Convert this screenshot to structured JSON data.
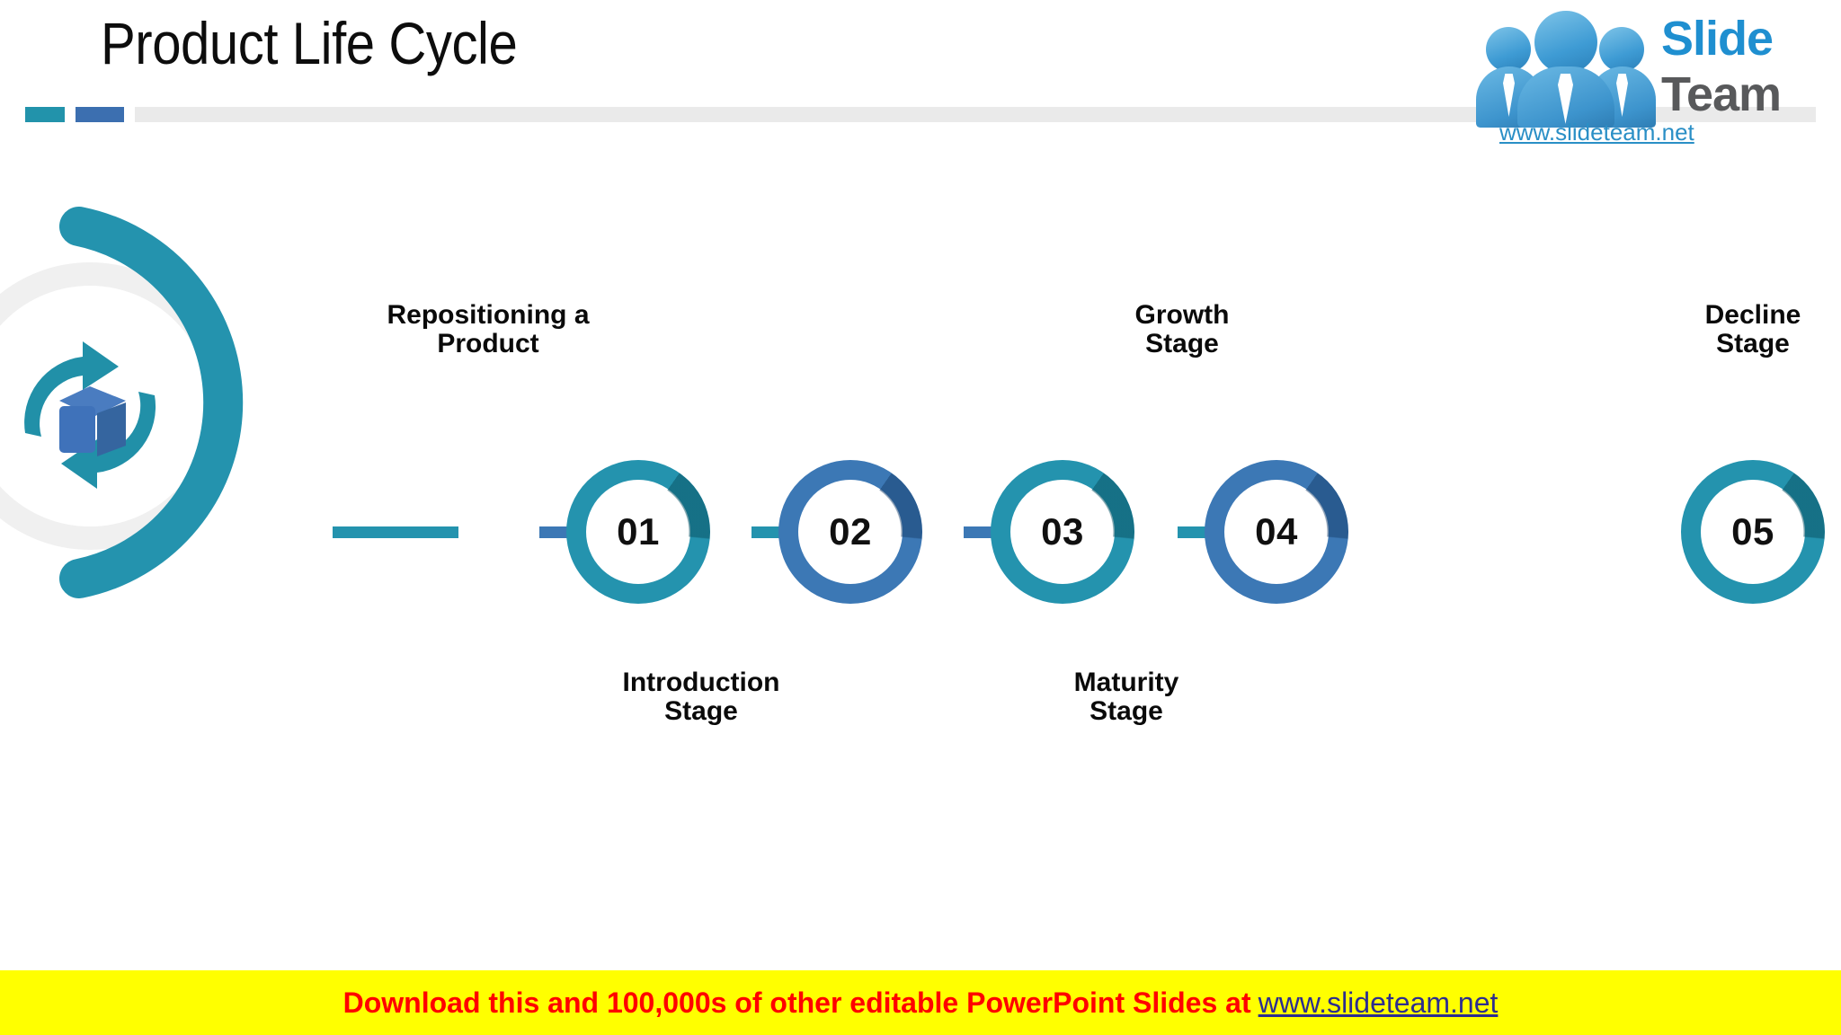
{
  "slide": {
    "title": "Product Life Cycle",
    "background_color": "#ffffff"
  },
  "accent_colors": {
    "teal": "#2493ae",
    "blue": "#3c78b5",
    "teal_dark": "#0a5567",
    "blue_dark": "#163e6b",
    "rule_gray": "#eaeaea",
    "ring_gray": "#f0f0f0"
  },
  "title_rule": {
    "segment_1": "teal",
    "segment_2": "blue",
    "segment_3": "gray"
  },
  "logo": {
    "icon": "three-people-icon",
    "word_1": "Slide",
    "word_2": "Team",
    "url": "www.slideteam.net",
    "word_1_color": "#1f8fd0",
    "word_2_color": "#58595b",
    "url_color": "#2a8fc6"
  },
  "emblem": {
    "icon": "product-cycle-box-icon",
    "arc_color": "#2493ae",
    "ring_color": "#f0f0f0",
    "box_color": "#3c6fb5",
    "arrow_color": "#2190a8"
  },
  "timeline": {
    "nodes": [
      {
        "number": "01",
        "label": "Repositioning a\nProduct",
        "label_position": "above",
        "color": "teal",
        "color_hex": "#2493ae"
      },
      {
        "number": "02",
        "label": "Introduction\nStage",
        "label_position": "below",
        "color": "blue",
        "color_hex": "#3c78b5"
      },
      {
        "number": "03",
        "label": "Growth\nStage",
        "label_position": "above",
        "color": "teal",
        "color_hex": "#2493ae"
      },
      {
        "number": "04",
        "label": "Maturity\nStage",
        "label_position": "below",
        "color": "blue",
        "color_hex": "#3c78b5"
      },
      {
        "number": "05",
        "label": "Decline\nStage",
        "label_position": "above",
        "color": "teal",
        "color_hex": "#2493ae"
      }
    ]
  },
  "banner": {
    "text": "Download this and 100,000s of other editable PowerPoint Slides at",
    "link": "www.slideteam.net",
    "background_color": "#ffff00",
    "text_color": "#ff0000",
    "link_color": "#2d2d8f"
  }
}
